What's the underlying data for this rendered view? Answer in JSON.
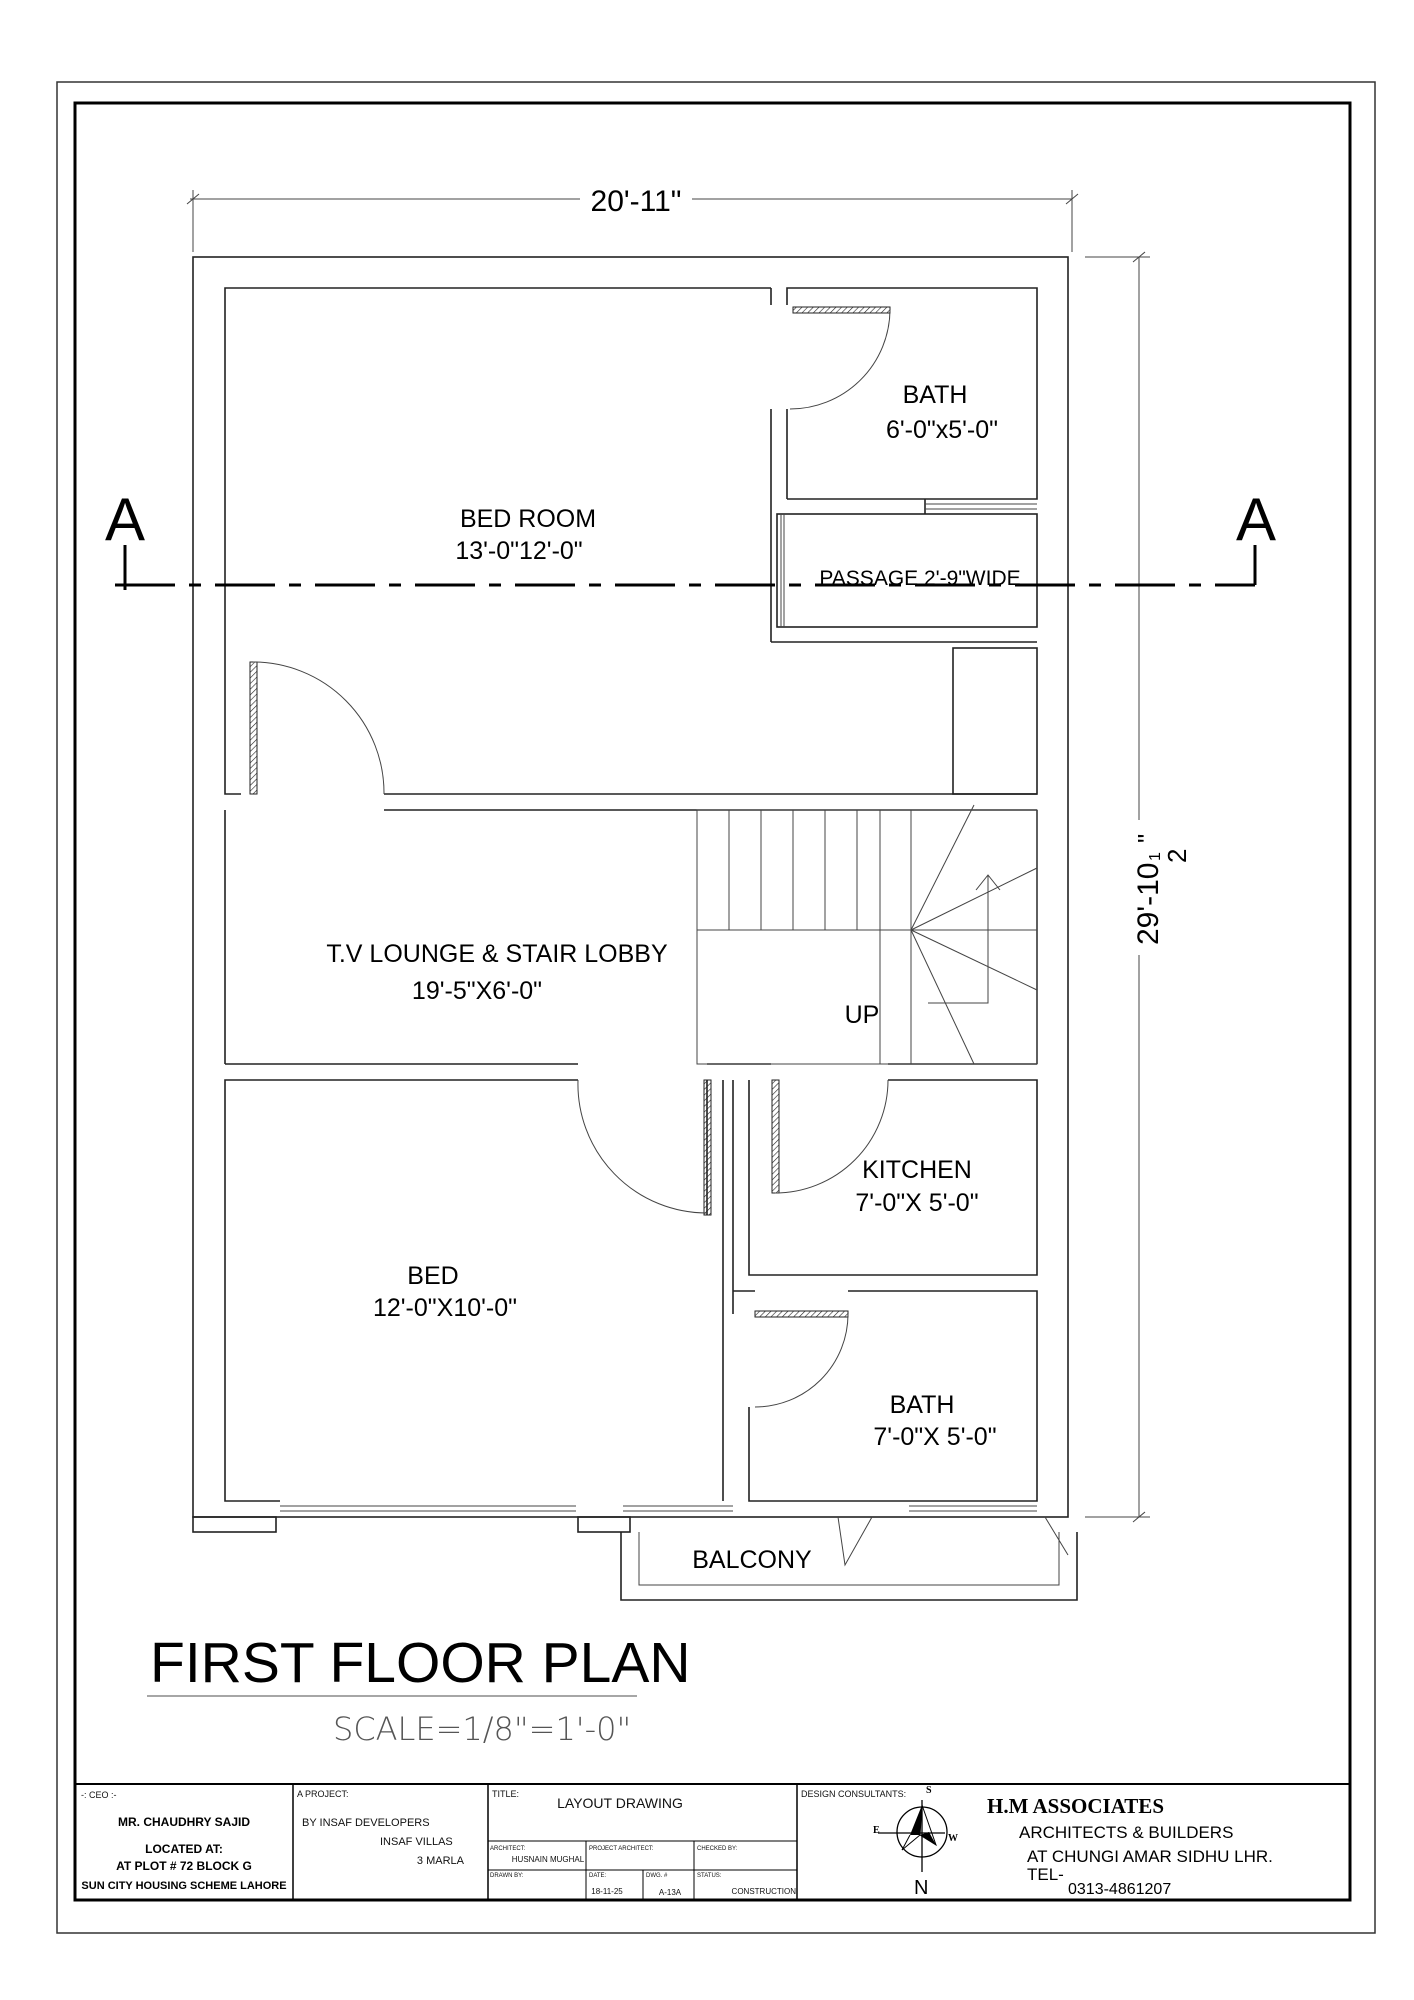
{
  "drawing": {
    "top_dimension": "20'-11\"",
    "side_dimension": "29'-10",
    "side_dimension_fraction": "1",
    "side_dimension_fraction_den": "2",
    "side_dimension_inch": "\"",
    "section_left": "A",
    "section_right": "A",
    "rooms": {
      "bed_room": {
        "name": "BED ROOM",
        "size": "13'-0\"12'-0\""
      },
      "bath_top": {
        "name": "BATH",
        "size": "6'-0\"x5'-0\""
      },
      "passage": {
        "name": "PASSAGE 2'-9\"WIDE"
      },
      "lounge": {
        "name": "T.V LOUNGE & STAIR LOBBY",
        "size": "19'-5\"X6'-0\""
      },
      "stair_up": "UP",
      "kitchen": {
        "name": "KITCHEN",
        "size": "7'-0\"X 5'-0\""
      },
      "bed": {
        "name": "BED",
        "size": "12'-0\"X10'-0\""
      },
      "bath_bottom": {
        "name": "BATH",
        "size": "7'-0\"X 5'-0\""
      },
      "balcony": {
        "name": "BALCONY"
      }
    },
    "title": "FIRST FLOOR PLAN",
    "scale": "SCALE=1/8\"=1'-0\""
  },
  "title_block": {
    "ceo_label": "-: CEO :-",
    "ceo_name": "MR. CHAUDHRY SAJID",
    "located_label": "LOCATED AT:",
    "location_1": "AT PLOT # 72 BLOCK G",
    "location_2": "SUN CITY HOUSING SCHEME LAHORE",
    "project_label": "A PROJECT:",
    "project_1": "BY INSAF DEVELOPERS",
    "project_2": "INSAF VILLAS",
    "project_3": "3 MARLA",
    "title_label": "TITLE:",
    "title_value": "LAYOUT DRAWING",
    "architect_label": "ARCHITECT:",
    "architect_value": "HUSNAIN MUGHAL",
    "project_architect_label": "PROJECT ARCHITECT:",
    "checked_by_label": "CHECKED BY:",
    "drawn_by_label": "DRAWN BY:",
    "date_label": "DATE:",
    "date_value": "18-11-25",
    "dwg_label": "DWG. #",
    "dwg_value": "A-13A",
    "status_label": "STATUS:",
    "status_value": "CONSTRUCTION",
    "consultants_label": "DESIGN CONSULTANTS:",
    "compass": {
      "s": "S",
      "e": "E",
      "w": "W",
      "n": "N"
    },
    "firm_name": "H.M  ASSOCIATES",
    "firm_line_1": "ARCHITECTS & BUILDERS",
    "firm_line_2": "AT CHUNGI AMAR SIDHU LHR.",
    "tel_label": "TEL-",
    "tel_value": "0313-4861207"
  }
}
